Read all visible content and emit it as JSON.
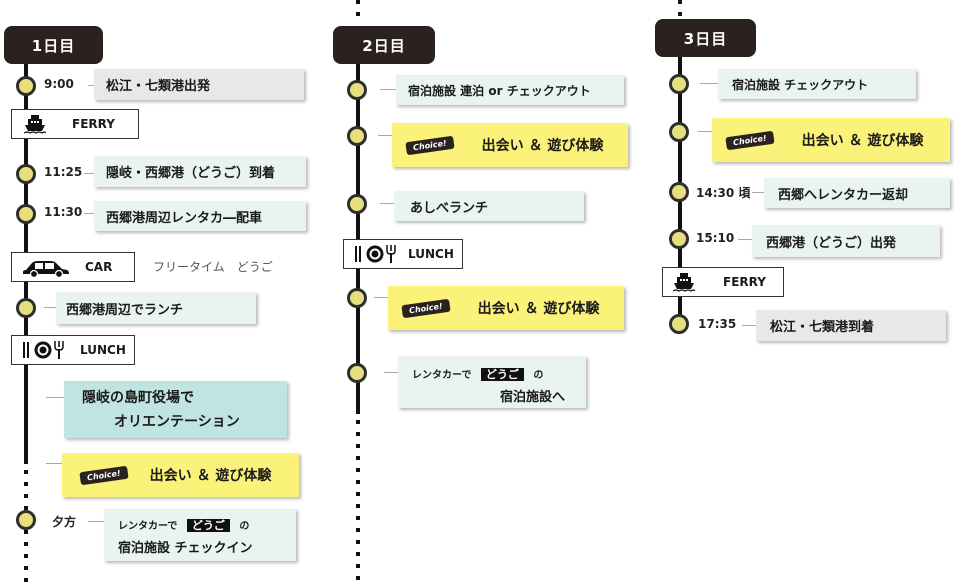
{
  "days": [
    {
      "label": "1日目"
    },
    {
      "label": "2日目"
    },
    {
      "label": "3日目"
    }
  ],
  "day1": {
    "t1_time": "9:00",
    "t1_text": "松江・七類港出発",
    "ferry": "FERRY",
    "t2_time": "11:25",
    "t2_text": "隠岐・西郷港（どうご）到着",
    "t3_time": "11:30",
    "t3_text": "西郷港周辺レンタカ―配車",
    "car": "CAR",
    "car_note": "フリータイム　どうご",
    "t4_text": "西郷港周辺でランチ",
    "lunch": "LUNCH",
    "t5_line1": "隠岐の島町役場で",
    "t5_line2": "オリエンテーション",
    "choice": "Choice!",
    "t6_text": "出会い ＆ 遊び体験",
    "t7_time": "夕方",
    "t7_pre": "レンタカーで",
    "t7_dougo": "どうご",
    "t7_post": "の",
    "t7_line2": "宿泊施設 チェックイン"
  },
  "day2": {
    "t1_text": "宿泊施設 連泊 or チェックアウト",
    "choice": "Choice!",
    "t2_text": "出会い ＆ 遊び体験",
    "t3_text": "あしべランチ",
    "lunch": "LUNCH",
    "t4_text": "出会い ＆ 遊び体験",
    "t5_pre": "レンタカーで",
    "t5_dougo": "どうご",
    "t5_post": "の",
    "t5_line2": "宿泊施設へ"
  },
  "day3": {
    "t1_text": "宿泊施設 チェックアウト",
    "choice": "Choice!",
    "t2_text": "出会い ＆ 遊び体験",
    "t3_time": "14:30 頃",
    "t3_text": "西郷へレンタカー返却",
    "t4_time": "15:10",
    "t4_text": "西郷港（どうご）出発",
    "ferry": "FERRY",
    "t5_time": "17:35",
    "t5_text": "松江・七類港到着"
  },
  "colors": {
    "node": "#e7df7d",
    "yellow": "#fbf27a",
    "teal": "#bfe4e2",
    "light": "#e8f3f2",
    "gray": "#e8e8e8",
    "dark": "#2b2220"
  }
}
